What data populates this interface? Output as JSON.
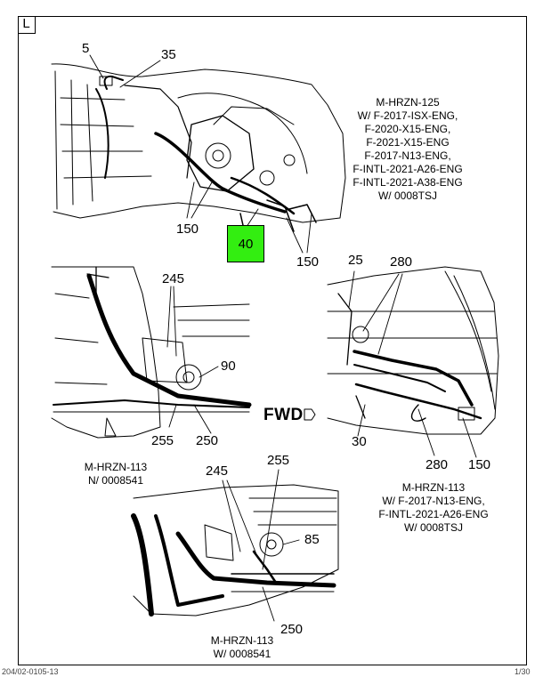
{
  "corner_label": "L",
  "callout_box": {
    "label": "40",
    "color": "#33ee11"
  },
  "fwd_label": "FWD",
  "callouts": {
    "c5": "5",
    "c35": "35",
    "c150_a": "150",
    "c150_b": "150",
    "c245_a": "245",
    "c90": "90",
    "c255_a": "255",
    "c250_a": "250",
    "c25": "25",
    "c280_a": "280",
    "c30": "30",
    "c280_b": "280",
    "c150_c": "150",
    "c245_b": "245",
    "c255_b": "255",
    "c85": "85",
    "c250_b": "250"
  },
  "captions": {
    "top": "M-HRZN-125\nW/ F-2017-ISX-ENG,\nF-2020-X15-ENG,\nF-2021-X15-ENG\nF-2017-N13-ENG,\nF-INTL-2021-A26-ENG\nF-INTL-2021-A38-ENG\nW/ 0008TSJ",
    "middle_left": "M-HRZN-113\nN/ 0008541",
    "middle_right": "M-HRZN-113\nW/ F-2017-N13-ENG,\nF-INTL-2021-A26-ENG\nW/ 0008TSJ",
    "bottom": "M-HRZN-113\nW/ 0008541"
  },
  "footer": {
    "left": "204/02-0105-13",
    "right": "1/30"
  }
}
